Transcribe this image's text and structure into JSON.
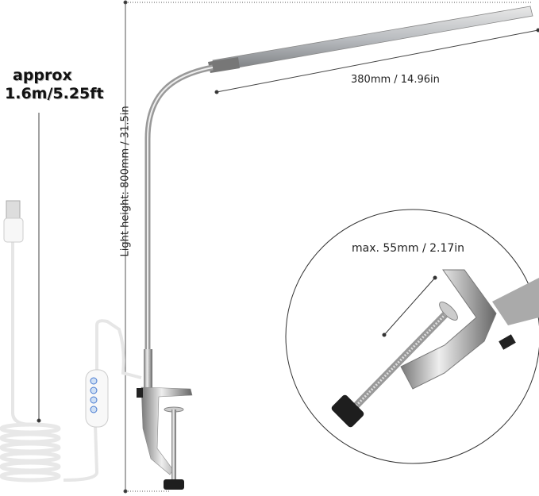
{
  "cable_length": {
    "line1": "approx",
    "line2": "1.6m/5.25ft"
  },
  "arm_length": "380mm / 14.96in",
  "light_height": "Light height: 800mm / 31.5in",
  "clamp_max": "max. 55mm / 2.17in",
  "colors": {
    "metal": "#b9bcc0",
    "cable": "#f4f4f4",
    "knob": "#1e1e1e",
    "line": "#333333"
  }
}
